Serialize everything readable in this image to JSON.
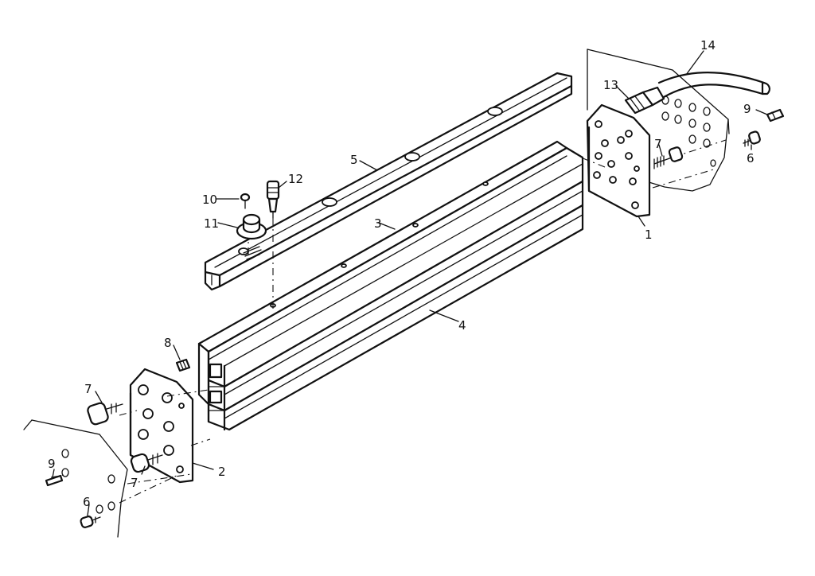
{
  "callouts": {
    "p1": "1",
    "p2": "2",
    "p3": "3",
    "p4": "4",
    "p5": "5",
    "p6a": "6",
    "p6b": "6",
    "p7a": "7",
    "p7b": "7",
    "p7c": "7",
    "p8": "8",
    "p9a": "9",
    "p9b": "9",
    "p10": "10",
    "p11": "11",
    "p12": "12",
    "p13": "13",
    "p14": "14"
  }
}
